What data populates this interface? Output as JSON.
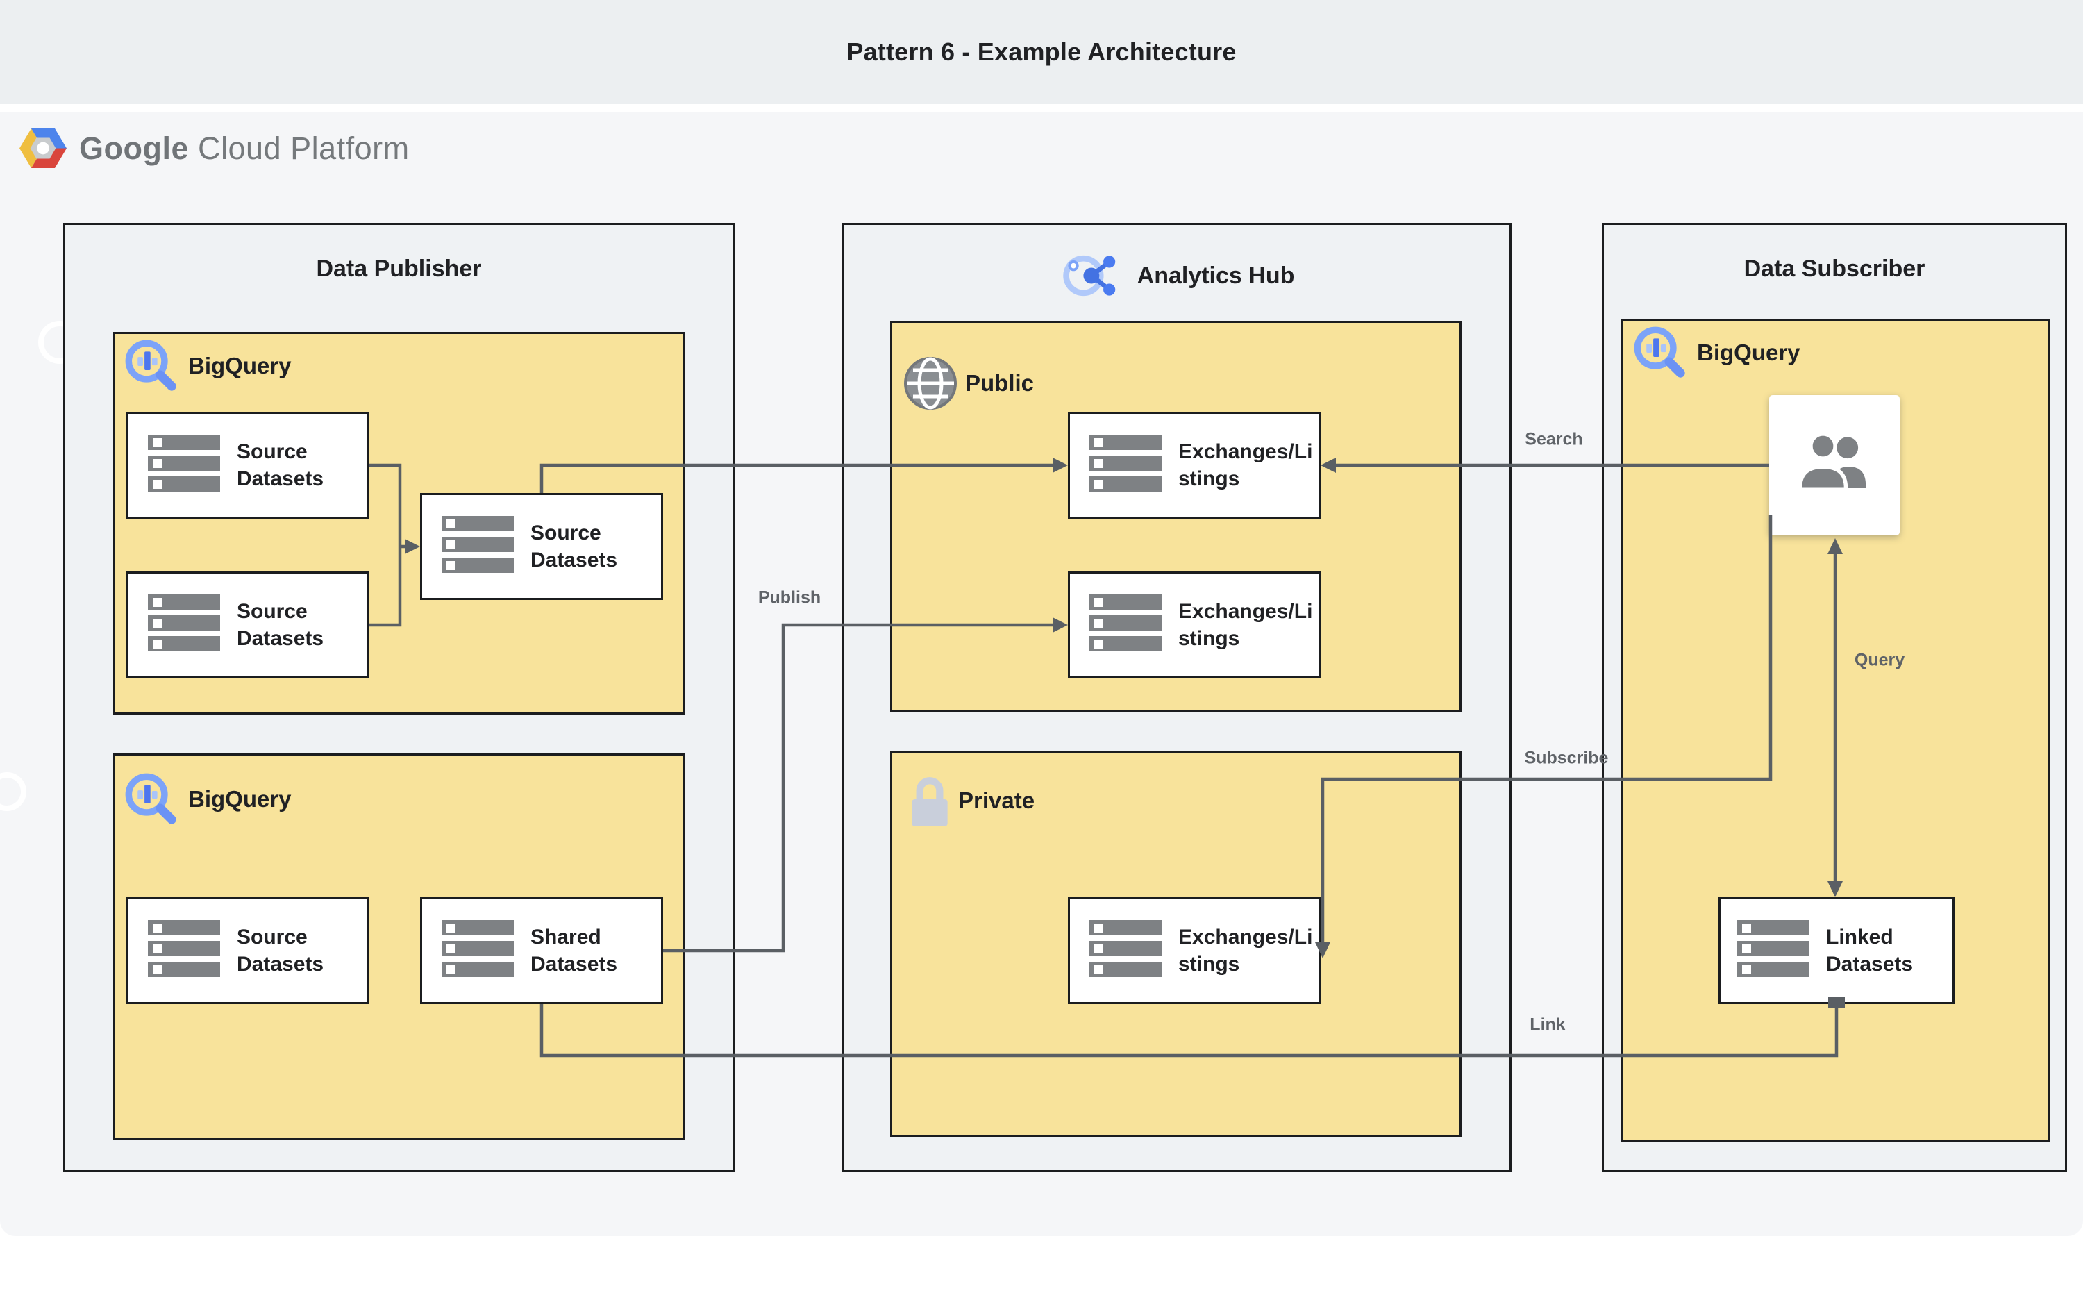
{
  "header": {
    "title": "Pattern 6 - Example Architecture"
  },
  "logo": {
    "brand": "Google",
    "product": "Cloud Platform",
    "icon": "gcp-hexagon-icon"
  },
  "sections": {
    "publisher": {
      "title": "Data Publisher",
      "bigquery_top": {
        "label": "BigQuery",
        "icon": "bigquery-icon",
        "source1": "Source Datasets",
        "source2": "Source Datasets",
        "source3": "Source Datasets"
      },
      "bigquery_bottom": {
        "label": "BigQuery",
        "icon": "bigquery-icon",
        "source": "Source Datasets",
        "shared": "Shared Datasets"
      }
    },
    "hub": {
      "title": "Analytics Hub",
      "icon": "analytics-hub-icon",
      "public": {
        "label": "Public",
        "icon": "globe-icon",
        "exchange1": "Exchanges/Listings",
        "exchange2": "Exchanges/Listings"
      },
      "private": {
        "label": "Private",
        "icon": "lock-icon",
        "exchange": "Exchanges/Listings"
      }
    },
    "subscriber": {
      "title": "Data Subscriber",
      "bigquery": {
        "label": "BigQuery",
        "icon": "bigquery-icon",
        "users": "users-icon",
        "linked": "Linked Datasets"
      }
    }
  },
  "edges": {
    "search": "Search",
    "publish": "Publish",
    "subscribe": "Subscribe",
    "query": "Query",
    "link": "Link"
  },
  "colors": {
    "header_bg": "#ECEFF1",
    "canvas_bg": "#F5F6F8",
    "container_bg": "#EFF2F4",
    "zone_yellow": "#F8E39B",
    "line_gray": "#5A5F64",
    "text_dark": "#202124",
    "label_gray": "#5F6368",
    "icon_gray": "#7E8184",
    "bigquery_blue": "#7CA3F8",
    "hub_blue": "#4372E2"
  }
}
